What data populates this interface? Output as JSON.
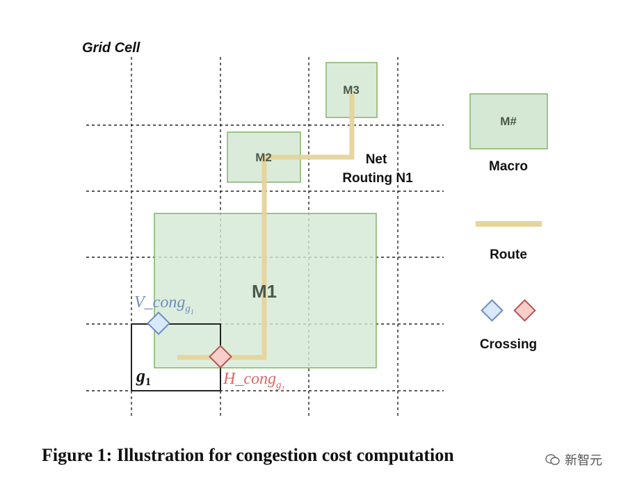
{
  "labels": {
    "grid_cell": "Grid Cell",
    "m1": "M1",
    "m2": "M2",
    "m3": "M3",
    "net_line1": "Net",
    "net_line2": "Routing N1",
    "g1_base": "g",
    "g1_sub": "1",
    "v_cong_base": "V_cong",
    "v_cong_sub": "g",
    "v_cong_subsub": "1",
    "h_cong_base": "H_cong",
    "h_cong_sub": "g",
    "h_cong_subsub": "1"
  },
  "legend": {
    "macro_box": "M#",
    "macro_label": "Macro",
    "route_label": "Route",
    "crossing_label": "Crossing"
  },
  "caption": "Figure 1: Illustration for congestion cost computation",
  "watermark": "新智元",
  "colors": {
    "macro_fill": "#d5e8d4",
    "macro_stroke": "#82b366",
    "route": "#e6d49a",
    "v_crossing_fill": "#dae8fc",
    "v_crossing_stroke": "#6c8ebf",
    "h_crossing_fill": "#f8cecc",
    "h_crossing_stroke": "#b85450",
    "v_text": "#6c8ebf",
    "h_text": "#e06666"
  }
}
